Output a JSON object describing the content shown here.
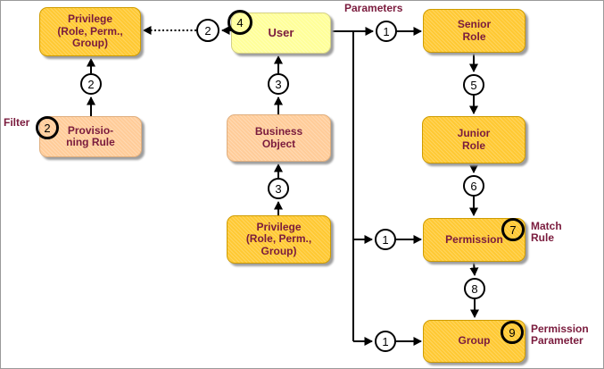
{
  "nodes": {
    "privilege_top": {
      "line1": "Privilege",
      "line2": "(Role, Perm.,",
      "line3": "Group)"
    },
    "user": {
      "label": "User"
    },
    "provisioning_rule": {
      "line1": "Provisio-",
      "line2": "ning Rule"
    },
    "business_object": {
      "line1": "Business",
      "line2": "Object"
    },
    "privilege_bottom": {
      "line1": "Privilege",
      "line2": "(Role, Perm.,",
      "line3": "Group)"
    },
    "senior_role": {
      "line1": "Senior",
      "line2": "Role"
    },
    "junior_role": {
      "line1": "Junior",
      "line2": "Role"
    },
    "permission": {
      "label": "Permission"
    },
    "group": {
      "label": "Group"
    }
  },
  "badges": {
    "user_corner": "4",
    "dotted_link": "2",
    "provisioning_corner": "2",
    "provisioning_to_privilege": "2",
    "business_to_user": "3",
    "privilege_to_business": "3",
    "user_to_senior": "1",
    "senior_to_junior": "5",
    "junior_to_permission": "6",
    "user_to_permission": "1",
    "permission_corner": "7",
    "permission_to_group": "8",
    "user_to_group": "1",
    "group_corner": "9"
  },
  "annotations": {
    "parameters": "Parameters",
    "filter": "Filter",
    "match_rule": {
      "line1": "Match",
      "line2": "Rule"
    },
    "permission_parameter": {
      "line1": "Permission",
      "line2": "Parameter"
    }
  },
  "colors": {
    "node_gold": "#FFC933",
    "node_light_yellow": "#FFFF99",
    "node_peach": "#FFCC99",
    "text_maroon": "#7A1B3D",
    "connector_black": "#000000"
  }
}
